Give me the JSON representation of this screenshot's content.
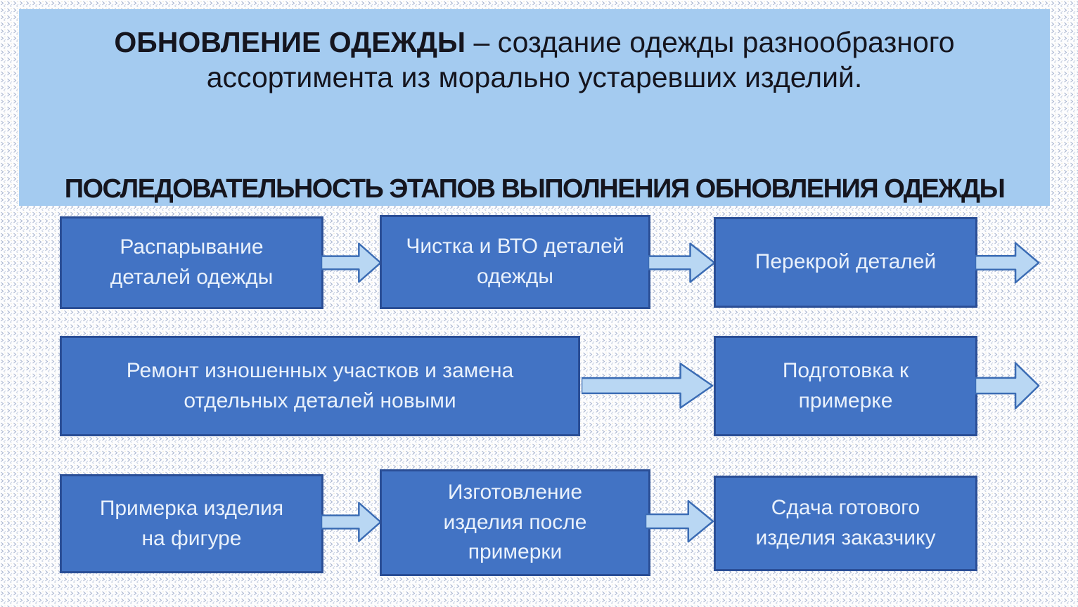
{
  "banner": {
    "title_bold": "ОБНОВЛЕНИЕ ОДЕЖДЫ",
    "title_rest_line1": " – создание одежды разнообразного",
    "title_line2": "ассортимента из морально устаревших изделий.",
    "subtitle": "ПОСЛЕДОВАТЕЛЬНОСТЬ ЭТАПОВ ВЫПОЛНЕНИЯ ОБНОВЛЕНИЯ ОДЕЖДЫ"
  },
  "flow": {
    "arrow_icon": "right-arrow",
    "steps": [
      "Распарывание деталей одежды",
      "Чистка и ВТО деталей одежды",
      "Перекрой деталей",
      "Ремонт изношенных участков и замена отдельных деталей новыми",
      "Подготовка к примерке",
      "Примерка изделия на фигуре",
      "Изготовление изделия после примерки",
      "Сдача готового изделия заказчику"
    ]
  },
  "colors": {
    "banner_bg": "#a4cbf0",
    "title_text": "#15151e",
    "box_fill": "#4273c4",
    "box_border": "#2a4e96",
    "box_text": "#e9f1fb",
    "arrow_fill": "#b9d7f3",
    "arrow_border": "#3b6cb4",
    "pattern_mark": "#94a3c4"
  }
}
